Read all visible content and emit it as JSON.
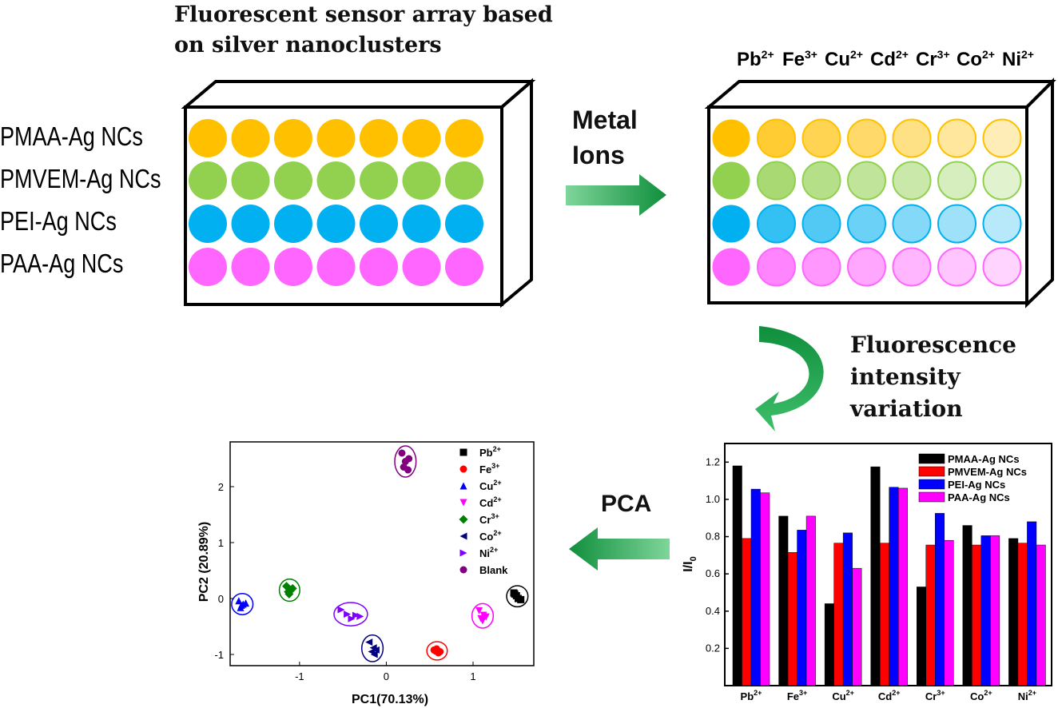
{
  "title": "Fluorescent sensor array based on silver nanoclusters",
  "title_lines": [
    "Fluorescent sensor array based",
    "on silver nanoclusters"
  ],
  "row_labels": [
    "PMAA-Ag NCs",
    "PMVEM-Ag NCs",
    "PEI-Ag NCs",
    "PAA-Ag NCs"
  ],
  "ions": [
    {
      "base": "Pb",
      "charge": "2+"
    },
    {
      "base": "Fe",
      "charge": "3+"
    },
    {
      "base": "Cu",
      "charge": "2+"
    },
    {
      "base": "Cd",
      "charge": "2+"
    },
    {
      "base": "Cr",
      "charge": "3+"
    },
    {
      "base": "Co",
      "charge": "2+"
    },
    {
      "base": "Ni",
      "charge": "2+"
    }
  ],
  "step1_lines": [
    "Metal",
    "Ions"
  ],
  "step2_lines": [
    "Fluorescence",
    "intensity",
    "variation"
  ],
  "step3_label": "PCA",
  "colors": {
    "row_colors": [
      "#ffc000",
      "#92d050",
      "#00b0f0",
      "#ff66ff"
    ],
    "arrow": "#1aa84a",
    "bar_series": [
      "#000000",
      "#ff0000",
      "#0000ff",
      "#ff00ff"
    ]
  },
  "chart_data": [
    {
      "type": "bar",
      "ylabel_base": "I/I",
      "ylabel_sub": "0",
      "categories": [
        "Pb",
        "Fe",
        "Cu",
        "Cd",
        "Cr",
        "Co",
        "Ni"
      ],
      "category_charges": [
        "2+",
        "3+",
        "2+",
        "2+",
        "3+",
        "2+",
        "2+"
      ],
      "ylim": [
        0,
        1.3
      ],
      "yticks": [
        "0.2",
        "0.4",
        "0.6",
        "0.8",
        "1.0",
        "1.2"
      ],
      "legend_position": "top-right",
      "series": [
        {
          "name": "PMAA-Ag NCs",
          "values": [
            1.18,
            0.91,
            0.44,
            1.175,
            0.53,
            0.86,
            0.79
          ]
        },
        {
          "name": "PMVEM-Ag NCs",
          "values": [
            0.79,
            0.715,
            0.765,
            0.765,
            0.755,
            0.755,
            0.765
          ]
        },
        {
          "name": "PEI-Ag NCs",
          "values": [
            1.055,
            0.835,
            0.82,
            1.065,
            0.925,
            0.805,
            0.88
          ]
        },
        {
          "name": "PAA-Ag NCs",
          "values": [
            1.035,
            0.91,
            0.63,
            1.06,
            0.78,
            0.805,
            0.755
          ]
        }
      ]
    },
    {
      "type": "scatter",
      "xlabel": "PC1(70.13%)",
      "ylabel": "PC2 (20.89%)",
      "xlim": [
        -1.8,
        1.7
      ],
      "ylim": [
        -1.2,
        2.8
      ],
      "xticks": [
        "-1",
        "0",
        "1"
      ],
      "yticks": [
        "-1",
        "0",
        "1",
        "2"
      ],
      "legend_position": "top-right",
      "series": [
        {
          "name": "Pb",
          "charge": "2+",
          "marker": "square",
          "color": "#000000",
          "points": [
            [
              1.47,
              0.1
            ],
            [
              1.5,
              0.05
            ],
            [
              1.52,
              0.0
            ],
            [
              1.48,
              0.08
            ],
            [
              1.55,
              -0.02
            ]
          ]
        },
        {
          "name": "Fe",
          "charge": "3+",
          "marker": "circle",
          "color": "#ff0000",
          "points": [
            [
              0.55,
              -0.92
            ],
            [
              0.6,
              -0.97
            ],
            [
              0.57,
              -0.94
            ],
            [
              0.62,
              -0.95
            ],
            [
              0.58,
              -0.9
            ]
          ]
        },
        {
          "name": "Cu",
          "charge": "2+",
          "marker": "triangle-up",
          "color": "#0000ff",
          "points": [
            [
              -1.7,
              -0.04
            ],
            [
              -1.65,
              -0.1
            ],
            [
              -1.67,
              -0.12
            ],
            [
              -1.62,
              -0.08
            ],
            [
              -1.68,
              -0.16
            ]
          ]
        },
        {
          "name": "Cd",
          "charge": "2+",
          "marker": "triangle-down",
          "color": "#ff00ff",
          "points": [
            [
              1.07,
              -0.22
            ],
            [
              1.12,
              -0.3
            ],
            [
              1.09,
              -0.36
            ],
            [
              1.15,
              -0.33
            ],
            [
              1.11,
              -0.4
            ]
          ]
        },
        {
          "name": "Cr",
          "charge": "3+",
          "marker": "diamond",
          "color": "#008000",
          "points": [
            [
              -1.15,
              0.22
            ],
            [
              -1.1,
              0.15
            ],
            [
              -1.13,
              0.12
            ],
            [
              -1.08,
              0.18
            ],
            [
              -1.12,
              0.08
            ]
          ]
        },
        {
          "name": "Co",
          "charge": "2+",
          "marker": "triangle-left",
          "color": "#000080",
          "points": [
            [
              -0.2,
              -0.78
            ],
            [
              -0.15,
              -0.88
            ],
            [
              -0.17,
              -0.95
            ],
            [
              -0.12,
              -0.92
            ],
            [
              -0.14,
              -1.0
            ]
          ]
        },
        {
          "name": "Ni",
          "charge": "2+",
          "marker": "triangle-right",
          "color": "#7f00ff",
          "points": [
            [
              -0.52,
              -0.2
            ],
            [
              -0.45,
              -0.28
            ],
            [
              -0.35,
              -0.3
            ],
            [
              -0.4,
              -0.36
            ],
            [
              -0.3,
              -0.32
            ]
          ]
        },
        {
          "name": "Blank",
          "charge": "",
          "marker": "circle",
          "color": "#800080",
          "points": [
            [
              0.18,
              2.6
            ],
            [
              0.22,
              2.45
            ],
            [
              0.25,
              2.3
            ],
            [
              0.2,
              2.35
            ],
            [
              0.26,
              2.5
            ]
          ]
        }
      ]
    }
  ]
}
